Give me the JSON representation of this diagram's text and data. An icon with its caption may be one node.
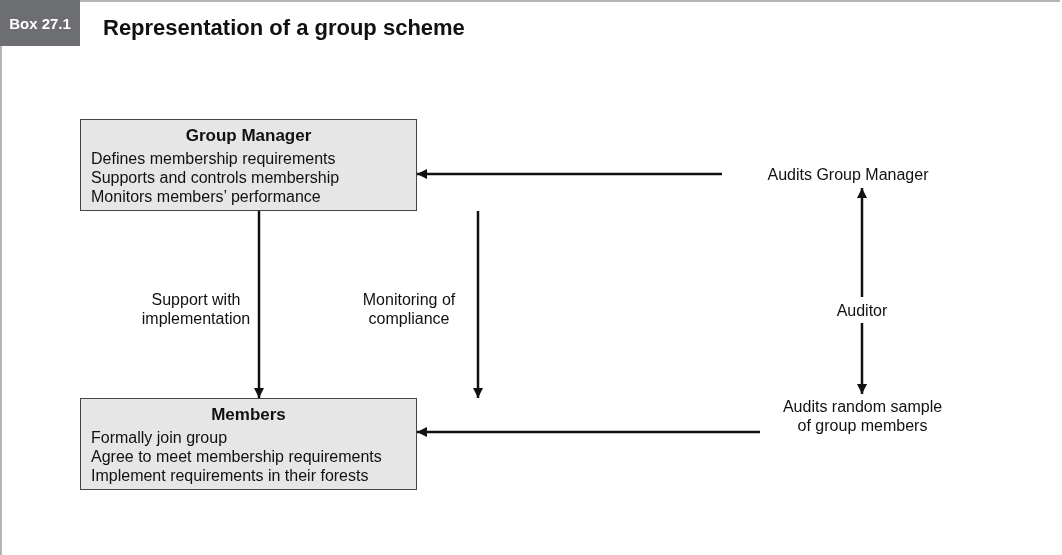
{
  "diagram": {
    "title": "Representation of a group scheme",
    "nodes": [
      {
        "text": [
          "Group Manager",
          "Defines membership requirements",
          "Supports and controls membership",
          "Monitors members’ performance"
        ]
      },
      {
        "text": [
          "Members",
          "Formally join group",
          "Agree to meet membership requirements",
          "Implement requirements in their forests"
        ]
      },
      {
        "text": [
          "Audits Group Manager"
        ]
      },
      {
        "text": [
          "Auditor"
        ]
      },
      {
        "text": [
          "Audits random sample of group members"
        ]
      }
    ],
    "edges": [
      {
        "from": 2,
        "to": 0,
        "arrow": "to"
      },
      {
        "from": 0,
        "to": 1,
        "arrow": "to",
        "label": "Support with implementation"
      },
      {
        "from": 0,
        "to": 1,
        "arrow": "to",
        "label": "Monitoring of compliance"
      },
      {
        "from": 3,
        "to": 2,
        "arrow": "to"
      },
      {
        "from": 3,
        "to": 4,
        "arrow": "to"
      },
      {
        "from": 4,
        "to": 1,
        "arrow": "to"
      }
    ],
    "labels": [
      "Box 27.1"
    ]
  }
}
